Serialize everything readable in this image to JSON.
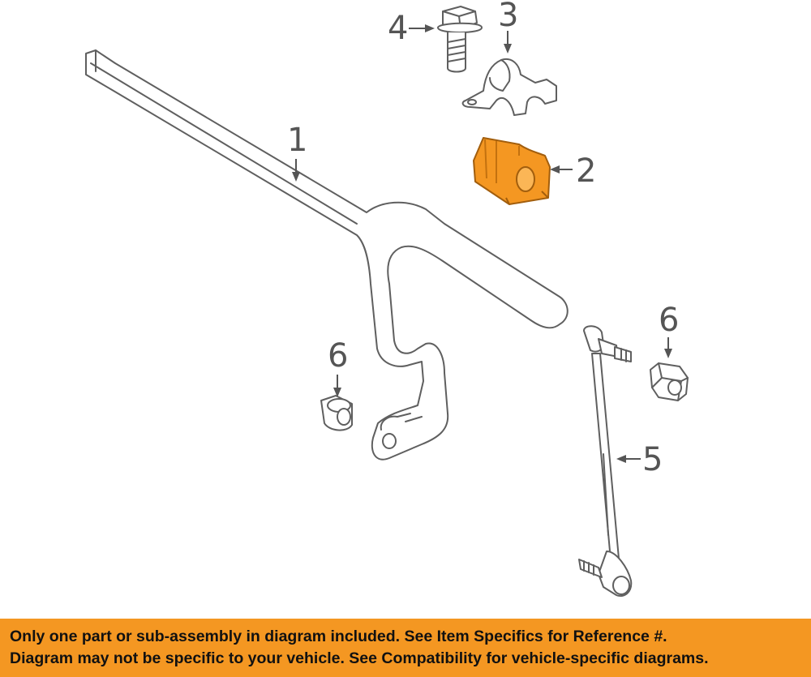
{
  "callouts": {
    "c1": "1",
    "c2": "2",
    "c3": "3",
    "c4": "4",
    "c5": "5",
    "c6_left": "6",
    "c6_right": "6"
  },
  "colors": {
    "highlight": "#f49722",
    "line": "#5f5f5f",
    "banner": "#f49722"
  },
  "disclaimer": {
    "line1": "Only one part or sub-assembly in diagram included. See Item Specifics for Reference #.",
    "line2": "Diagram may not be specific to your vehicle. See Compatibility for vehicle-specific diagrams."
  }
}
